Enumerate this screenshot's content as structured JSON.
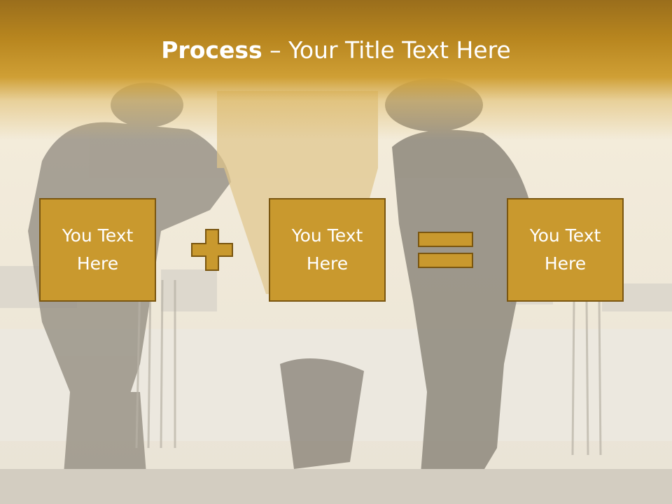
{
  "slide": {
    "title_bold": "Process",
    "title_rest": " – Your Title Text Here"
  },
  "boxes": [
    {
      "line1": "You Text",
      "line2": "Here"
    },
    {
      "line1": "You Text",
      "line2": "Here"
    },
    {
      "line1": "You Text",
      "line2": "Here"
    }
  ],
  "operators": [
    "plus-icon",
    "equals-icon"
  ],
  "colors": {
    "accent": "#c9992e",
    "accent_border": "#7a5610",
    "title_band": "#b8861f",
    "text": "#ffffff"
  }
}
